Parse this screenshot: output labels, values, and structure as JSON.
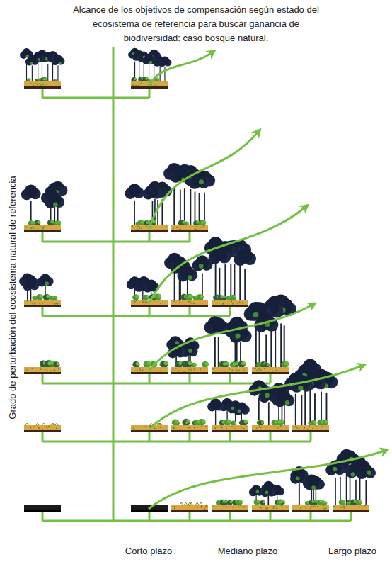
{
  "diagram": {
    "title": "Alcance de los objetivos de compensación según estado del ecosistema de referencia para buscar ganancia de biodiversidad: caso bosque natural.",
    "labels": [
      "Grado de perturbación del ecosistema natural de referencia",
      "Corto plazo",
      "Mediano plazo",
      "Largo plazo"
    ]
  }
}
